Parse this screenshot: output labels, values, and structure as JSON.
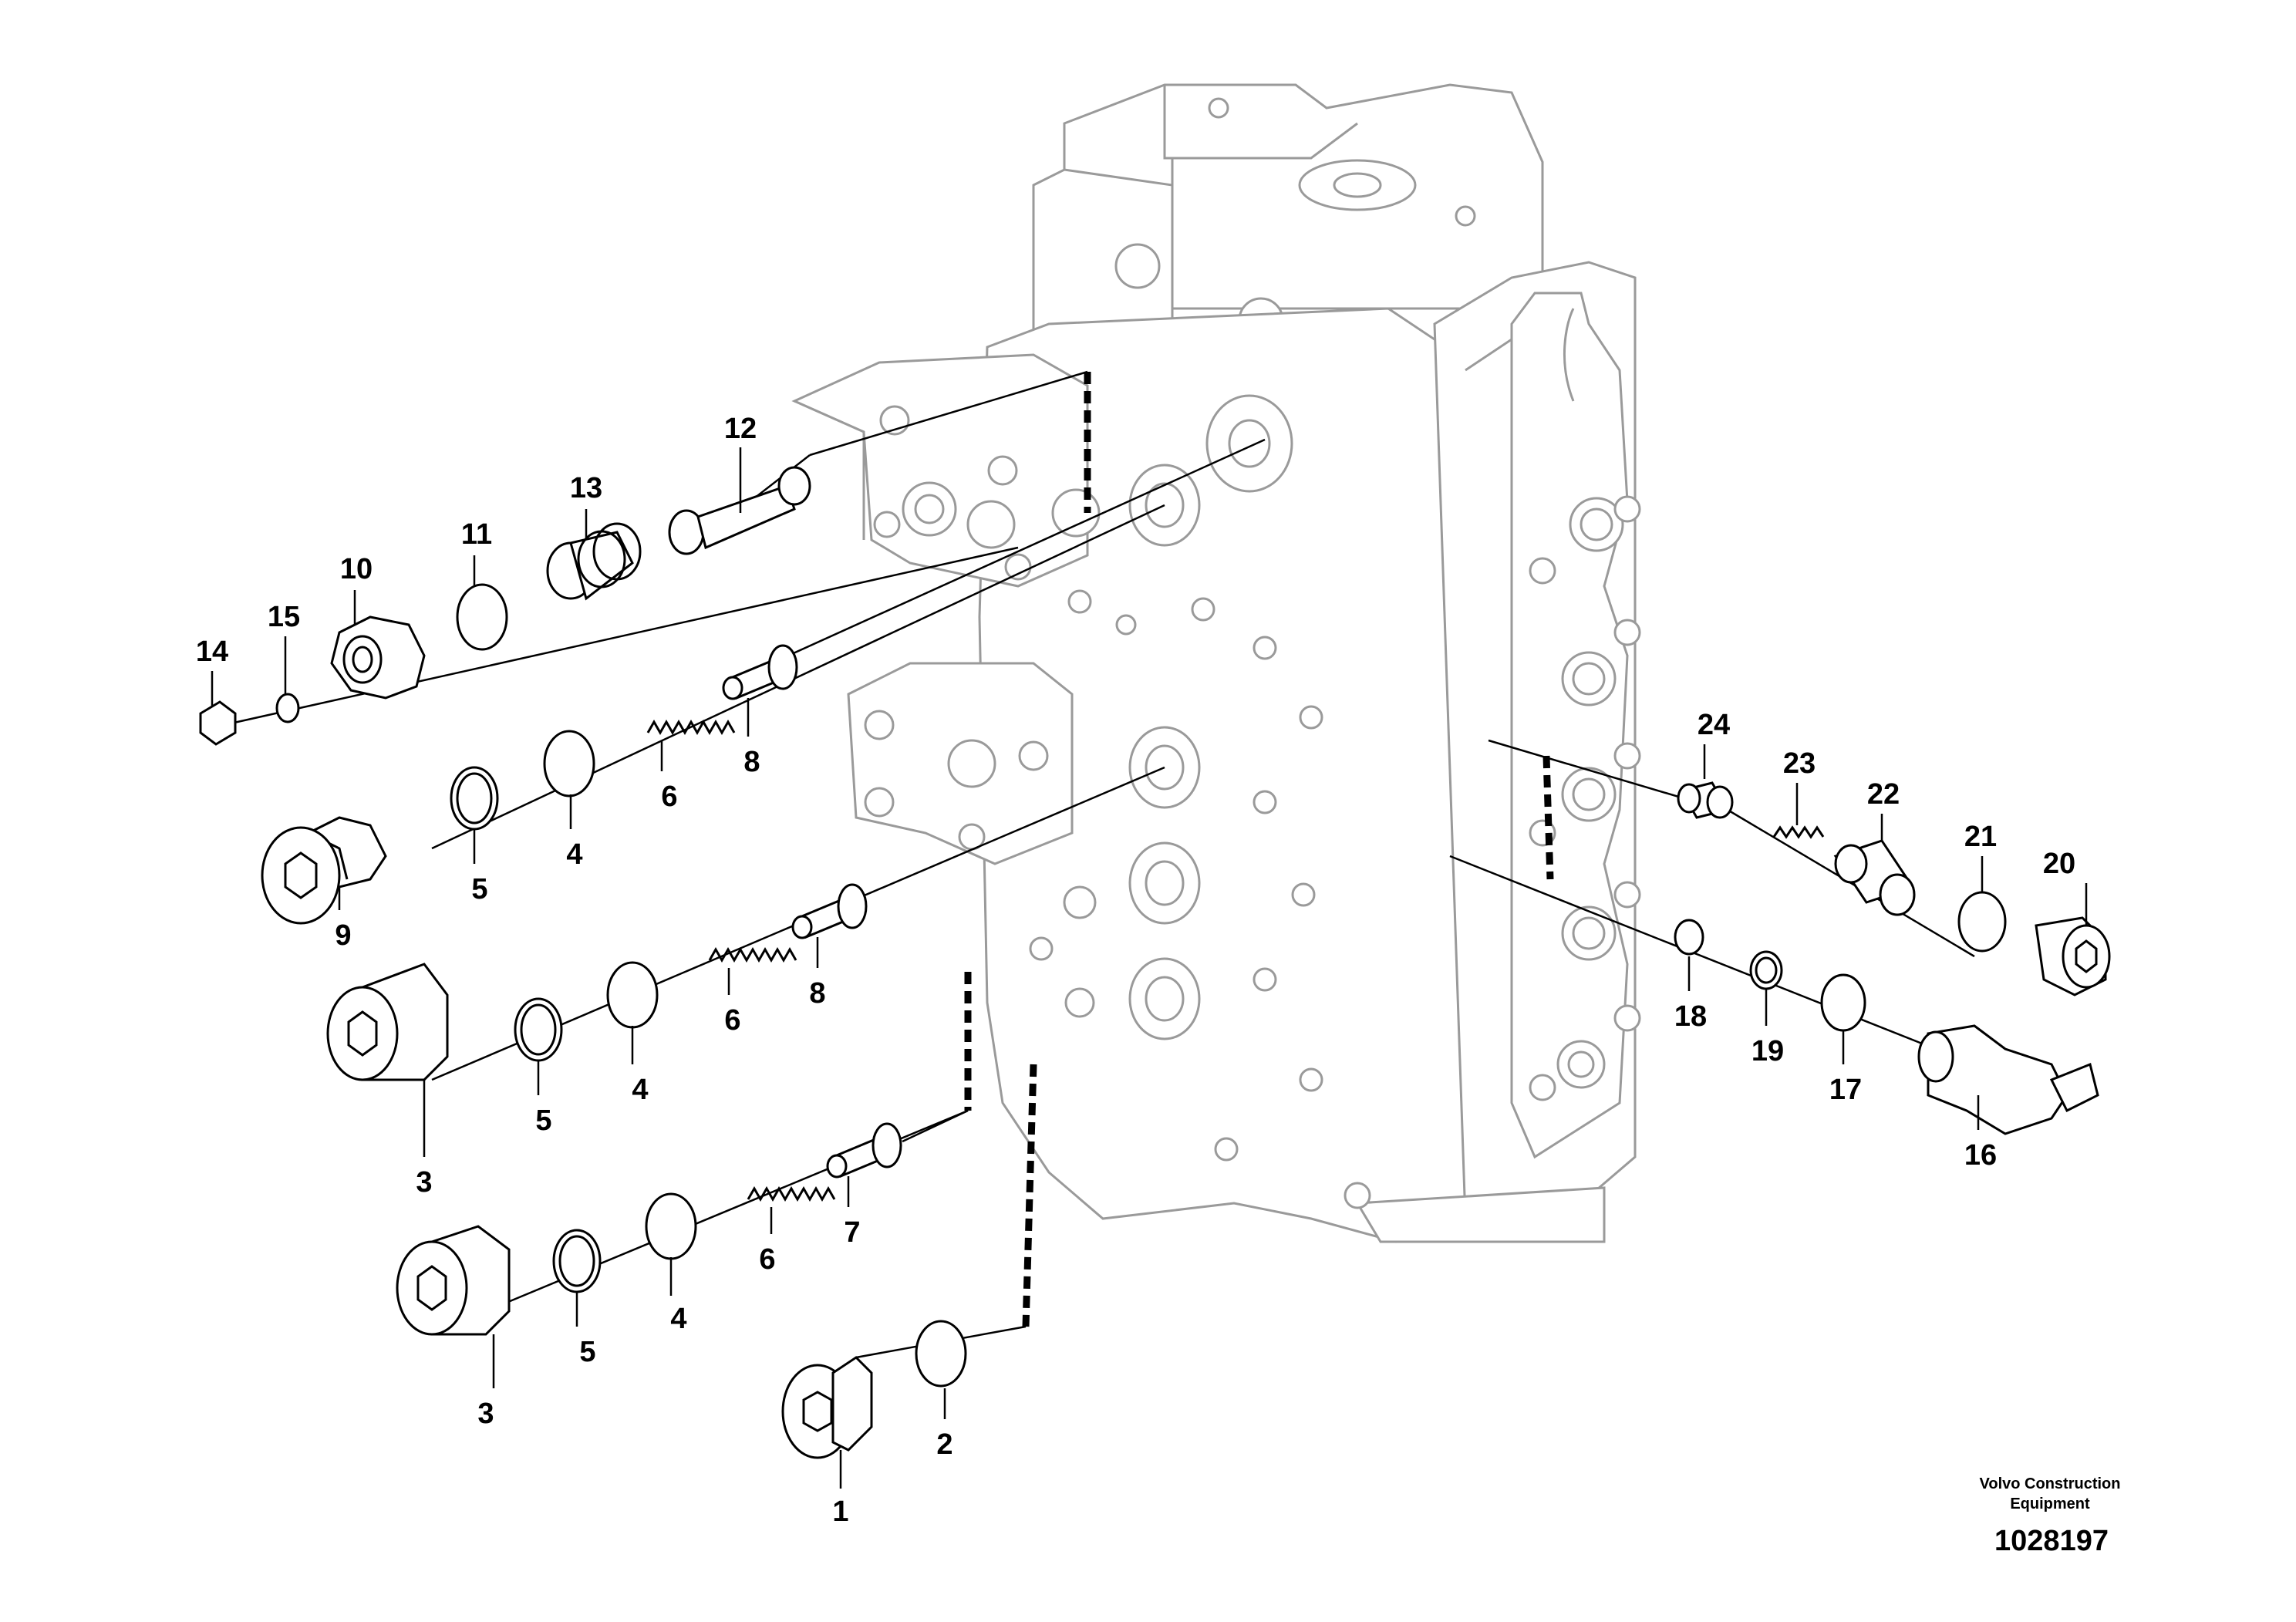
{
  "callouts": [
    "1",
    "2",
    "3",
    "4",
    "5",
    "6",
    "7",
    "8",
    "9",
    "10",
    "11",
    "12",
    "13",
    "14",
    "15",
    "16",
    "17",
    "18",
    "19",
    "20",
    "21",
    "22",
    "23",
    "24"
  ],
  "brand_line1": "Volvo Construction",
  "brand_line2": "Equipment",
  "doc_number": "1028197"
}
